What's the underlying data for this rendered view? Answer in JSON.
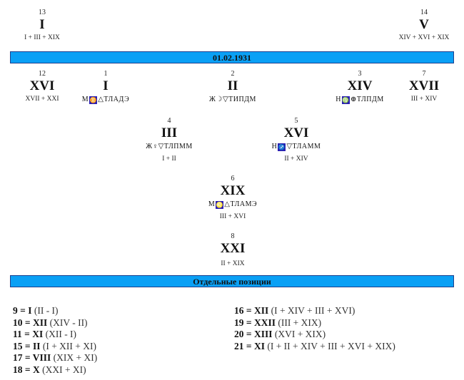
{
  "top_left": {
    "num": "13",
    "roman": "I",
    "sub": "I + III + XIX"
  },
  "top_right": {
    "num": "14",
    "roman": "V",
    "sub": "XIV + XVI + XIX"
  },
  "date_bar": "01.02.1931",
  "nodes": {
    "n12": {
      "num": "12",
      "roman": "XVI",
      "sub": "XVII + XXI"
    },
    "n1": {
      "num": "1",
      "roman": "I",
      "code_pre": "М",
      "code_sym": "♊",
      "code_post": "△ТЛАДЭ"
    },
    "n2": {
      "num": "2",
      "roman": "II",
      "code": "Ж☽▽ТИПДМ"
    },
    "n3": {
      "num": "3",
      "roman": "XIV",
      "code_pre": "Н",
      "code_sym": "♍",
      "code_post": "⊕ТЛПДМ"
    },
    "n7": {
      "num": "7",
      "roman": "XVII",
      "sub": "III + XIV"
    },
    "n4": {
      "num": "4",
      "roman": "III",
      "code": "Ж♀▽ТЛПММ",
      "sub": "I + II"
    },
    "n5": {
      "num": "5",
      "roman": "XVI",
      "code_pre": "Н",
      "code_sym": "♐",
      "code_post": "▽ТЛАММ",
      "sub": "II + XIV"
    },
    "n6": {
      "num": "6",
      "roman": "XIX",
      "code_pre": "М",
      "code_sym": "♌",
      "code_post": "△ТЛАМЭ",
      "sub": "III + XVI"
    },
    "n8": {
      "num": "8",
      "roman": "XXI",
      "sub": "II + XIX"
    }
  },
  "positions_bar": "Отдельные позиции",
  "positions_left": [
    {
      "eq": "9 = I",
      "rest": "(II - I)"
    },
    {
      "eq": "10 = XII",
      "rest": "(XIV - II)"
    },
    {
      "eq": "11 = XI",
      "rest": "(XII - I)"
    },
    {
      "eq": "15 = II",
      "rest": "(I + XII + XI)"
    },
    {
      "eq": "17 = VIII",
      "rest": "(XIX + XI)"
    },
    {
      "eq": "18 = X",
      "rest": "(XXI + XI)"
    }
  ],
  "positions_right": [
    {
      "eq": "16 = XII",
      "rest": "(I + XIV + III + XVI)"
    },
    {
      "eq": "19 = XXII",
      "rest": "(III + XIX)"
    },
    {
      "eq": "20 = XIII",
      "rest": "(XVI + XIX)"
    },
    {
      "eq": "21 = XI",
      "rest": "(I + II + XIV + III + XVI + XIX)"
    }
  ]
}
